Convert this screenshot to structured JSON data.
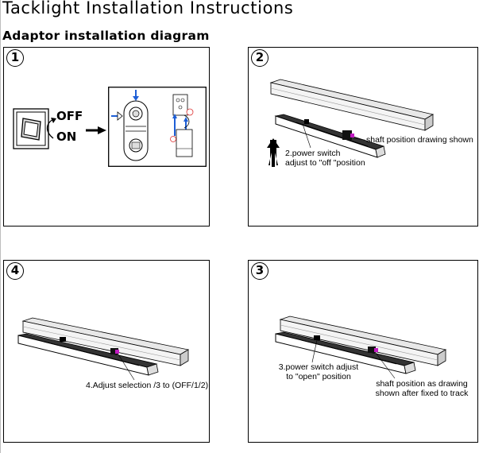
{
  "header": {
    "title": "Tacklight Installation Instructions",
    "subtitle": "Adaptor installation diagram"
  },
  "panels": {
    "step1": {
      "number": "1",
      "switch_off": "OFF",
      "switch_on": "ON"
    },
    "step2": {
      "number": "2",
      "label_shaft": "shaft position drawing shown",
      "label_switch_line1": "2.power switch",
      "label_switch_line2": "adjust  to \"off \"position"
    },
    "step4": {
      "number": "4",
      "label_adjust": "4.Adjust selection /3 to (OFF/1/2)"
    },
    "step3": {
      "number": "3",
      "label_switch_line1": "3.power switch adjust",
      "label_switch_line2": "to \"open\" position",
      "label_shaft_line1": "shaft position as drawing",
      "label_shaft_line2": "shown after fixed to track"
    }
  },
  "colors": {
    "accent_blue": "#1e5fd6",
    "accent_magenta": "#c21bc2",
    "accent_red": "#d33"
  }
}
